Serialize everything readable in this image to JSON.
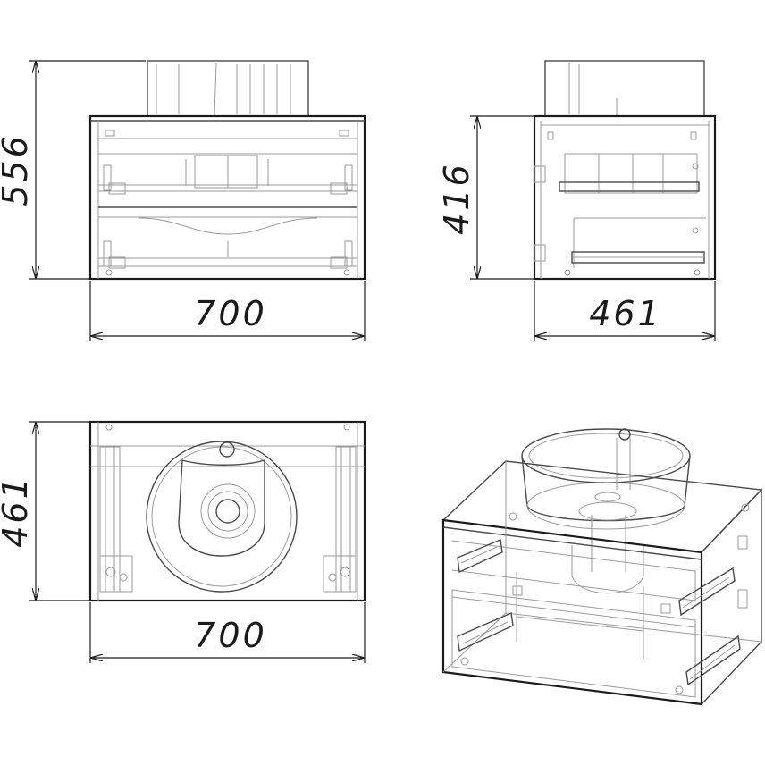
{
  "front_view": {
    "height_label": "556",
    "width_label": "700"
  },
  "side_view": {
    "height_label": "416",
    "depth_label": "461"
  },
  "top_view": {
    "depth_label": "461",
    "width_label": "700"
  },
  "colors": {
    "line": "#1a1a1a",
    "detail": "#9a9a9a"
  }
}
